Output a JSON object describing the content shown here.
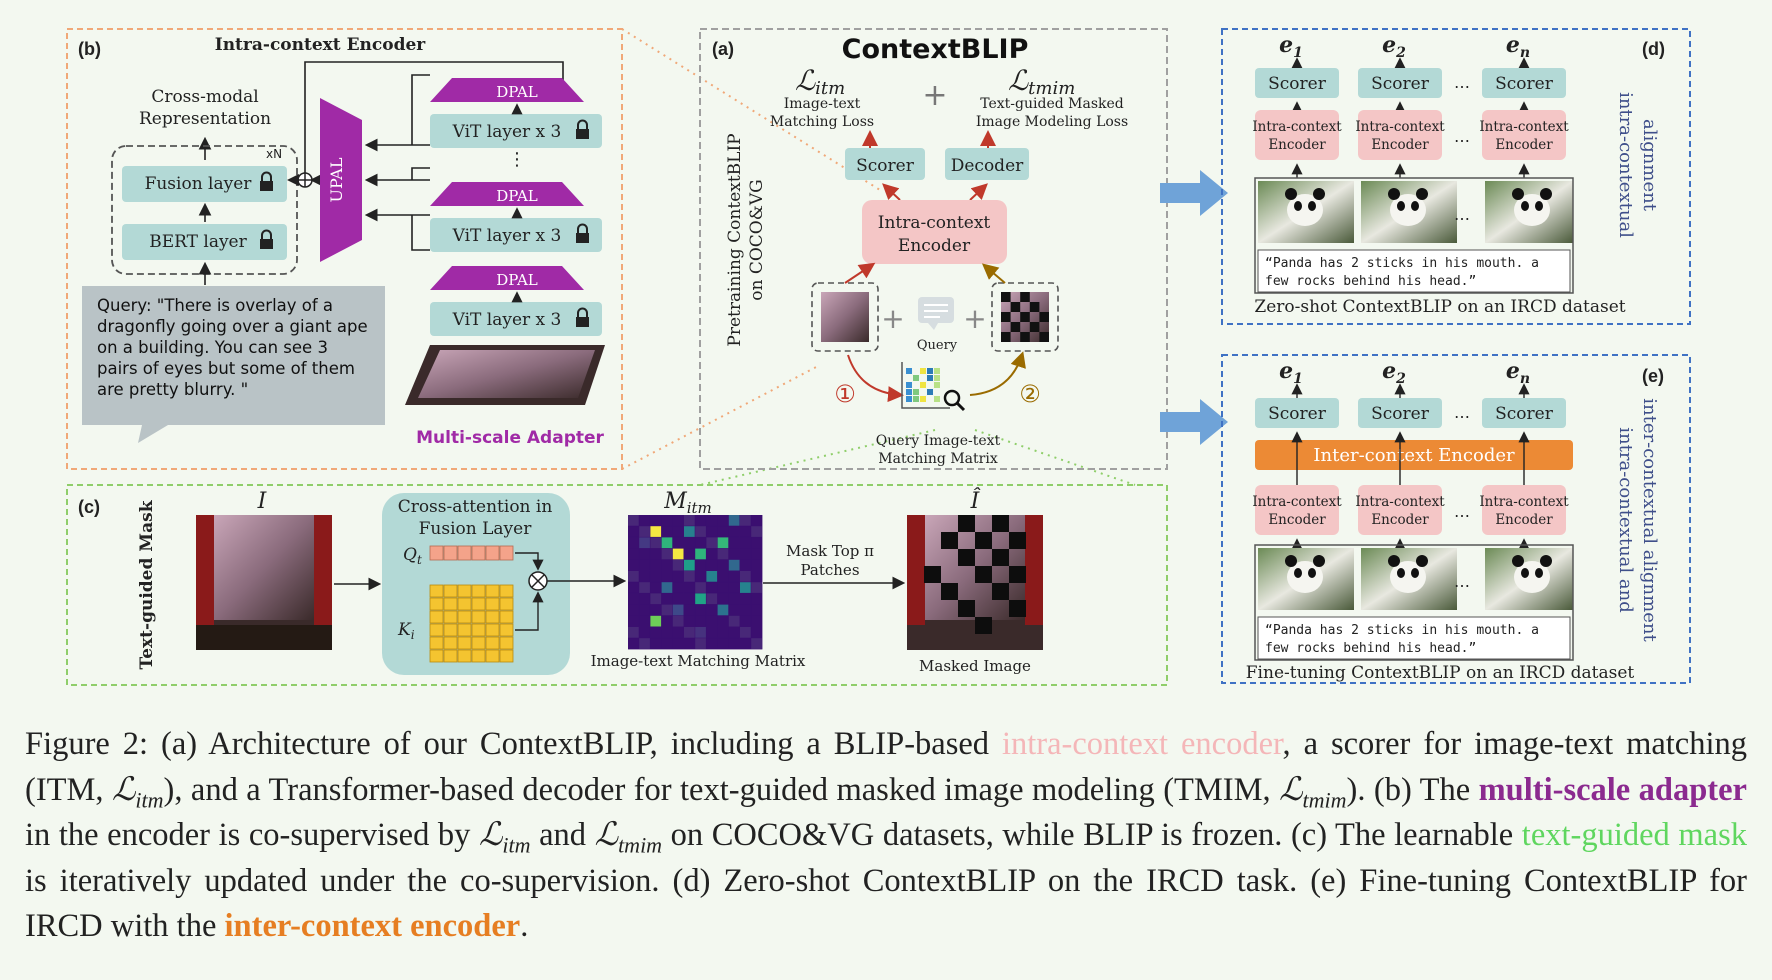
{
  "panel_a": {
    "tag": "(a)",
    "title": "ContextBLIP",
    "loss_itm": "ℒ",
    "loss_itm_sub": "itm",
    "loss_itm_label_1": "Image-text",
    "loss_itm_label_2": "Matching Loss",
    "plus": "+",
    "loss_tmim": "ℒ",
    "loss_tmim_sub": "tmim",
    "loss_tmim_label_1": "Text-guided Masked",
    "loss_tmim_label_2": "Image Modeling Loss",
    "scorer": "Scorer",
    "decoder": "Decoder",
    "encoder_1": "Intra-context",
    "encoder_2": "Encoder",
    "side_label_1": "Pretraining ContextBLIP",
    "side_label_2": "on COCO&VG",
    "query_label": "Query",
    "step_1": "①",
    "step_2": "②",
    "matrix_label_1": "Query Image-text",
    "matrix_label_2": "Matching Matrix"
  },
  "panel_b": {
    "tag": "(b)",
    "title": "Intra-context Encoder",
    "cross_modal_1": "Cross-modal",
    "cross_modal_2": "Representation",
    "repeat": "xN",
    "fusion": "Fusion layer",
    "bert": "BERT layer",
    "upal": "UPAL",
    "dpal": "DPAL",
    "vit": "ViT layer x 3",
    "dots": "⋮",
    "query_lines": [
      "Query: \"There is overlay of a",
      "dragonfly going over a giant ape",
      "on a building. You can see 3",
      "pairs of eyes but some of them",
      "are pretty blurry. \""
    ],
    "adapter_label": "Multi-scale Adapter"
  },
  "panel_c": {
    "tag": "(c)",
    "side_label": "Text-guided Mask",
    "image_symbol": "I",
    "cross_attention_1": "Cross-attention in",
    "cross_attention_2": "Fusion Layer",
    "q_label": "Q",
    "q_sub": "t",
    "k_label": "K",
    "k_sub": "i",
    "matrix_symbol": "M",
    "matrix_sub": "itm",
    "mask_text_1": "Mask Top π",
    "mask_text_2": "Patches",
    "matrix_caption": "Image-text Matching Matrix",
    "masked_symbol": "Î",
    "masked_caption": "Masked Image"
  },
  "panel_d": {
    "tag": "(d)",
    "e_labels": [
      "e",
      "e",
      "e"
    ],
    "e_subs": [
      "1",
      "2",
      "n"
    ],
    "scorer": "Scorer",
    "encoder_1": "Intra-context",
    "encoder_2": "Encoder",
    "dots": "…",
    "caption_1": "“Panda has 2 sticks in his mouth. a",
    "caption_2": "few rocks behind his head.”",
    "footer": "Zero-shot ContextBLIP on an IRCD dataset",
    "side_1": "intra-contextual",
    "side_2": "alignment"
  },
  "panel_e": {
    "tag": "(e)",
    "e_labels": [
      "e",
      "e",
      "e"
    ],
    "e_subs": [
      "1",
      "2",
      "n"
    ],
    "scorer": "Scorer",
    "inter_encoder": "Inter-context Encoder",
    "encoder_1": "Intra-context",
    "encoder_2": "Encoder",
    "dots": "…",
    "caption_1": "“Panda has 2 sticks in his mouth. a",
    "caption_2": "few rocks behind his head.”",
    "footer": "Fine-tuning ContextBLIP on an IRCD dataset",
    "side_1": "intra-contextual and",
    "side_2": "inter-contextual alignment"
  },
  "caption": {
    "p1": "Figure 2: (a) Architecture of our ContextBLIP, including a BLIP-based ",
    "hl1": "intra-context encoder",
    "p2": ", a scorer for image-text matching (ITM, ",
    "m1": "ℒ",
    "s1": "itm",
    "p3": "), and a Transformer-based decoder for text-guided masked image modeling (TMIM, ",
    "m2": "ℒ",
    "s2": "tmim",
    "p4": "). (b) The ",
    "hl2": "multi-scale adapter",
    "p5": " in the encoder is co-supervised by ",
    "m3": "ℒ",
    "s3": "itm",
    "p6": " and ",
    "m4": "ℒ",
    "s4": "tmim",
    "p7": " on COCO&VG datasets, while BLIP is frozen.  (c) The learnable ",
    "hl3": "text-guided mask",
    "p8": " is iteratively updated under the co-supervision. (d) Zero-shot ContextBLIP on the IRCD task. (e) Fine-tuning ContextBLIP for IRCD with the ",
    "hl4": "inter-context encoder",
    "p9": "."
  },
  "colors": {
    "teal": "#b3d9d6",
    "pink": "#f4c6c6",
    "purple": "#a02aa6",
    "orange": "#ec8a35",
    "blue_arrow": "#6fa3d8",
    "panel_b_border": "#f0a878",
    "panel_a_border": "#a0a0a0",
    "panel_c_border": "#8fce6a",
    "panel_de_border": "#3f72c4"
  }
}
